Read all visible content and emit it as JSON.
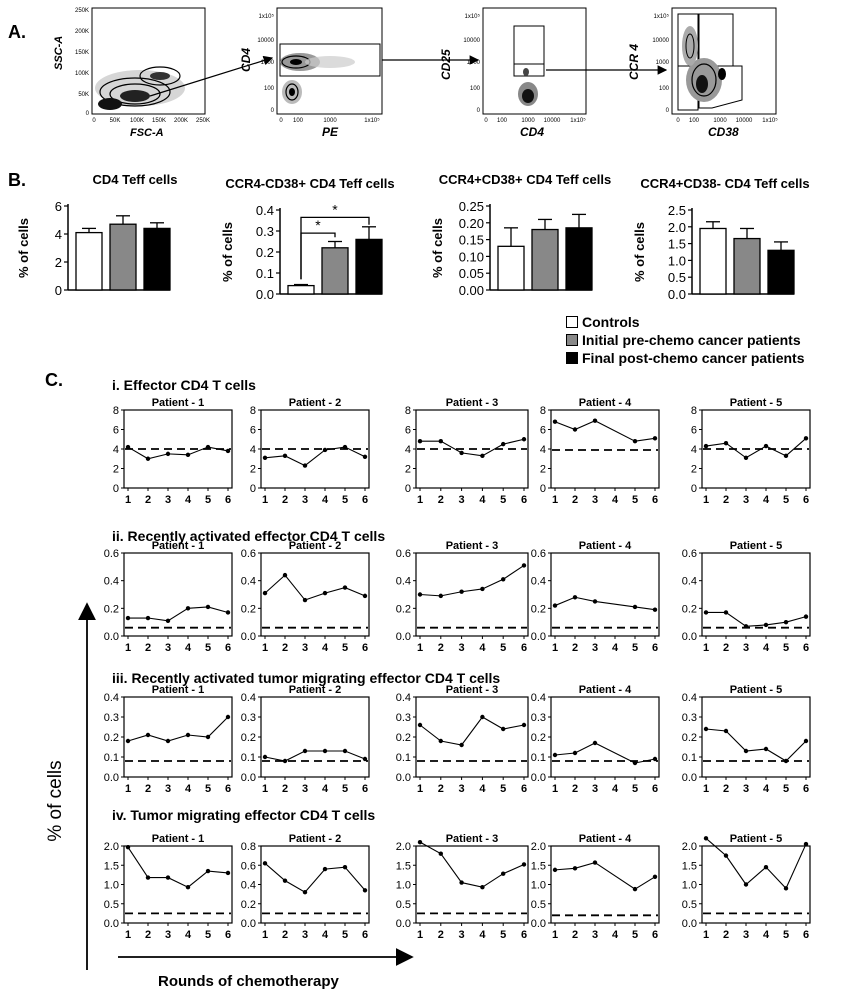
{
  "panel_labels": {
    "a": "A.",
    "b": "B.",
    "c": "C."
  },
  "flow": {
    "plots": [
      {
        "ylabel": "SSC-A",
        "xlabel": "FSC-A",
        "yticks": [
          "250K",
          "200K",
          "150K",
          "100K",
          "50K",
          "0"
        ],
        "xticks": [
          "0",
          "50K",
          "100K",
          "150K",
          "200K",
          "250K"
        ]
      },
      {
        "ylabel": "CD4",
        "xlabel": "PE",
        "yticks": [
          "1x10⁵",
          "10000",
          "1000",
          "100",
          "0"
        ],
        "xticks": [
          "0",
          "100",
          "1000",
          "1x10⁵"
        ]
      },
      {
        "ylabel": "CD25",
        "xlabel": "CD4",
        "yticks": [
          "1x10⁵",
          "10000",
          "1000",
          "100",
          "0"
        ],
        "xticks": [
          "0",
          "100",
          "1000",
          "10000",
          "1x10⁵"
        ]
      },
      {
        "ylabel": "CCR 4",
        "xlabel": "CD38",
        "yticks": [
          "1x10⁵",
          "10000",
          "1000",
          "100",
          "0"
        ],
        "xticks": [
          "0",
          "100",
          "1000",
          "10000",
          "1x10⁵"
        ]
      }
    ]
  },
  "legend": {
    "items": [
      {
        "label": "Controls",
        "color": "#ffffff"
      },
      {
        "label": "Initial pre-chemo cancer patients",
        "color": "#888888"
      },
      {
        "label": "Final post-chemo cancer patients",
        "color": "#000000"
      }
    ]
  },
  "section_c": {
    "titles": [
      "i. Effector CD4 T cells",
      "ii. Recently activated effector CD4 T cells",
      "iii. Recently activated tumor migrating effector CD4 T cells",
      "iv. Tumor migrating effector CD4 T cells"
    ],
    "ylabel": "% of cells",
    "xlabel": "Rounds of chemotherapy"
  },
  "chart_data": [
    {
      "type": "bar",
      "title": "CD4 Teff cells",
      "ylabel": "% of cells",
      "ylim": [
        0,
        6
      ],
      "yticks": [
        0,
        2,
        4,
        6
      ],
      "categories": [
        "Controls",
        "Initial pre-chemo cancer patients",
        "Final post-chemo cancer patients"
      ],
      "values": [
        4.1,
        4.7,
        4.4
      ],
      "errors": [
        0.3,
        0.6,
        0.4
      ]
    },
    {
      "type": "bar",
      "title": "CCR4-CD38+ CD4 Teff cells",
      "ylabel": "% of cells",
      "ylim": [
        0,
        0.4
      ],
      "yticks": [
        0,
        0.1,
        0.2,
        0.3,
        0.4
      ],
      "categories": [
        "Controls",
        "Initial pre-chemo cancer patients",
        "Final post-chemo cancer patients"
      ],
      "values": [
        0.04,
        0.22,
        0.26
      ],
      "errors": [
        0.005,
        0.03,
        0.06
      ],
      "annotations": [
        {
          "from": 0,
          "to": 1,
          "label": "*"
        },
        {
          "from": 0,
          "to": 2,
          "label": "*"
        }
      ]
    },
    {
      "type": "bar",
      "title": "CCR4+CD38+ CD4 Teff cells",
      "ylabel": "% of cells",
      "ylim": [
        0,
        0.25
      ],
      "yticks": [
        0,
        0.05,
        0.1,
        0.15,
        0.2,
        0.25
      ],
      "categories": [
        "Controls",
        "Initial pre-chemo cancer patients",
        "Final post-chemo cancer patients"
      ],
      "values": [
        0.13,
        0.18,
        0.185
      ],
      "errors": [
        0.055,
        0.03,
        0.04
      ]
    },
    {
      "type": "bar",
      "title": "CCR4+CD38- CD4 Teff cells",
      "ylabel": "% of cells",
      "ylim": [
        0,
        2.5
      ],
      "yticks": [
        0,
        0.5,
        1.0,
        1.5,
        2.0,
        2.5
      ],
      "categories": [
        "Controls",
        "Initial pre-chemo cancer patients",
        "Final post-chemo cancer patients"
      ],
      "values": [
        1.95,
        1.65,
        1.3
      ],
      "errors": [
        0.2,
        0.3,
        0.25
      ]
    },
    {
      "type": "line",
      "title": "Patient - 1",
      "x": [
        1,
        2,
        3,
        4,
        5,
        6
      ],
      "ylim": [
        0,
        8
      ],
      "yticks": [
        0,
        2,
        4,
        6,
        8
      ],
      "values": [
        4.2,
        3.0,
        3.5,
        3.4,
        4.2,
        3.8
      ],
      "baseline": 4.0
    },
    {
      "type": "line",
      "title": "Patient - 2",
      "x": [
        1,
        2,
        3,
        4,
        5,
        6
      ],
      "ylim": [
        0,
        8
      ],
      "yticks": [
        0,
        2,
        4,
        6,
        8
      ],
      "values": [
        3.1,
        3.3,
        2.3,
        3.9,
        4.2,
        3.2
      ],
      "baseline": 4.0
    },
    {
      "type": "line",
      "title": "Patient - 3",
      "x": [
        1,
        2,
        3,
        4,
        5,
        6
      ],
      "ylim": [
        0,
        8
      ],
      "yticks": [
        0,
        2,
        4,
        6,
        8
      ],
      "values": [
        4.8,
        4.8,
        3.6,
        3.3,
        4.5,
        5.0
      ],
      "baseline": 4.0
    },
    {
      "type": "line",
      "title": "Patient - 4",
      "x": [
        1,
        2,
        3,
        5,
        6
      ],
      "ylim": [
        0,
        8
      ],
      "yticks": [
        0,
        2,
        4,
        6,
        8
      ],
      "values": [
        6.8,
        6.0,
        6.9,
        4.8,
        5.1
      ],
      "baseline": 3.9
    },
    {
      "type": "line",
      "title": "Patient - 5",
      "x": [
        1,
        2,
        3,
        4,
        5,
        6
      ],
      "ylim": [
        0,
        8
      ],
      "yticks": [
        0,
        2,
        4,
        6,
        8
      ],
      "values": [
        4.3,
        4.6,
        3.1,
        4.3,
        3.3,
        5.1
      ],
      "baseline": 4.0
    },
    {
      "type": "line",
      "title": "Patient - 1",
      "x": [
        1,
        2,
        3,
        4,
        5,
        6
      ],
      "ylim": [
        0,
        0.6
      ],
      "yticks": [
        0.0,
        0.2,
        0.4,
        0.6
      ],
      "values": [
        0.13,
        0.13,
        0.11,
        0.2,
        0.21,
        0.17
      ],
      "baseline": 0.06
    },
    {
      "type": "line",
      "title": "Patient - 2",
      "x": [
        1,
        2,
        3,
        4,
        5,
        6
      ],
      "ylim": [
        0,
        0.6
      ],
      "yticks": [
        0.0,
        0.2,
        0.4,
        0.6
      ],
      "values": [
        0.31,
        0.44,
        0.26,
        0.31,
        0.35,
        0.29
      ],
      "baseline": 0.06
    },
    {
      "type": "line",
      "title": "Patient - 3",
      "x": [
        1,
        2,
        3,
        4,
        5,
        6
      ],
      "ylim": [
        0,
        0.6
      ],
      "yticks": [
        0.0,
        0.2,
        0.4,
        0.6
      ],
      "values": [
        0.3,
        0.29,
        0.32,
        0.34,
        0.41,
        0.51
      ],
      "baseline": 0.06
    },
    {
      "type": "line",
      "title": "Patient - 4",
      "x": [
        1,
        2,
        3,
        5,
        6
      ],
      "ylim": [
        0,
        0.6
      ],
      "yticks": [
        0.0,
        0.2,
        0.4,
        0.6
      ],
      "values": [
        0.22,
        0.28,
        0.25,
        0.21,
        0.19
      ],
      "baseline": 0.06
    },
    {
      "type": "line",
      "title": "Patient - 5",
      "x": [
        1,
        2,
        3,
        4,
        5,
        6
      ],
      "ylim": [
        0,
        0.6
      ],
      "yticks": [
        0.0,
        0.2,
        0.4,
        0.6
      ],
      "values": [
        0.17,
        0.17,
        0.07,
        0.08,
        0.1,
        0.14
      ],
      "baseline": 0.06
    },
    {
      "type": "line",
      "title": "Patient - 1",
      "x": [
        1,
        2,
        3,
        4,
        5,
        6
      ],
      "ylim": [
        0,
        0.4
      ],
      "yticks": [
        0.0,
        0.1,
        0.2,
        0.3,
        0.4
      ],
      "values": [
        0.18,
        0.21,
        0.18,
        0.21,
        0.2,
        0.3
      ],
      "baseline": 0.08
    },
    {
      "type": "line",
      "title": "Patient - 2",
      "x": [
        1,
        2,
        3,
        4,
        5,
        6
      ],
      "ylim": [
        0,
        0.4
      ],
      "yticks": [
        0.0,
        0.1,
        0.2,
        0.3,
        0.4
      ],
      "values": [
        0.1,
        0.08,
        0.13,
        0.13,
        0.13,
        0.09
      ],
      "baseline": 0.08
    },
    {
      "type": "line",
      "title": "Patient - 3",
      "x": [
        1,
        2,
        3,
        4,
        5,
        6
      ],
      "ylim": [
        0,
        0.4
      ],
      "yticks": [
        0.0,
        0.1,
        0.2,
        0.3,
        0.4
      ],
      "values": [
        0.26,
        0.18,
        0.16,
        0.3,
        0.24,
        0.26
      ],
      "baseline": 0.08
    },
    {
      "type": "line",
      "title": "Patient - 4",
      "x": [
        1,
        2,
        3,
        5,
        6
      ],
      "ylim": [
        0,
        0.4
      ],
      "yticks": [
        0.0,
        0.1,
        0.2,
        0.3,
        0.4
      ],
      "values": [
        0.11,
        0.12,
        0.17,
        0.07,
        0.09
      ],
      "baseline": 0.08
    },
    {
      "type": "line",
      "title": "Patient - 5",
      "x": [
        1,
        2,
        3,
        4,
        5,
        6
      ],
      "ylim": [
        0,
        0.4
      ],
      "yticks": [
        0.0,
        0.1,
        0.2,
        0.3,
        0.4
      ],
      "values": [
        0.24,
        0.23,
        0.13,
        0.14,
        0.08,
        0.18
      ],
      "baseline": 0.08
    },
    {
      "type": "line",
      "title": "Patient - 1",
      "x": [
        1,
        2,
        3,
        4,
        5,
        6
      ],
      "ylim": [
        0,
        2.0
      ],
      "yticks": [
        0.0,
        0.5,
        1.0,
        1.5,
        2.0
      ],
      "values": [
        1.97,
        1.18,
        1.18,
        0.93,
        1.35,
        1.3
      ],
      "baseline": 0.25
    },
    {
      "type": "line",
      "title": "Patient - 2",
      "x": [
        1,
        2,
        3,
        4,
        5,
        6
      ],
      "ylim": [
        0,
        0.8
      ],
      "yticks": [
        0.0,
        0.2,
        0.4,
        0.6,
        0.8
      ],
      "values": [
        0.62,
        0.44,
        0.32,
        0.56,
        0.58,
        0.34
      ],
      "baseline": 0.1
    },
    {
      "type": "line",
      "title": "Patient - 3",
      "x": [
        1,
        2,
        3,
        4,
        5,
        6
      ],
      "ylim": [
        0,
        2.0
      ],
      "yticks": [
        0.0,
        0.5,
        1.0,
        1.5,
        2.0
      ],
      "values": [
        2.1,
        1.8,
        1.05,
        0.93,
        1.28,
        1.52
      ],
      "baseline": 0.25
    },
    {
      "type": "line",
      "title": "Patient - 4",
      "x": [
        1,
        2,
        3,
        5,
        6
      ],
      "ylim": [
        0,
        2.0
      ],
      "yticks": [
        0.0,
        0.5,
        1.0,
        1.5,
        2.0
      ],
      "values": [
        1.38,
        1.42,
        1.57,
        0.88,
        1.2
      ],
      "baseline": 0.2
    },
    {
      "type": "line",
      "title": "Patient - 5",
      "x": [
        1,
        2,
        3,
        4,
        5,
        6
      ],
      "ylim": [
        0,
        2.0
      ],
      "yticks": [
        0.0,
        0.5,
        1.0,
        1.5,
        2.0
      ],
      "values": [
        2.2,
        1.75,
        1.0,
        1.45,
        0.9,
        2.05
      ],
      "baseline": 0.25
    }
  ]
}
